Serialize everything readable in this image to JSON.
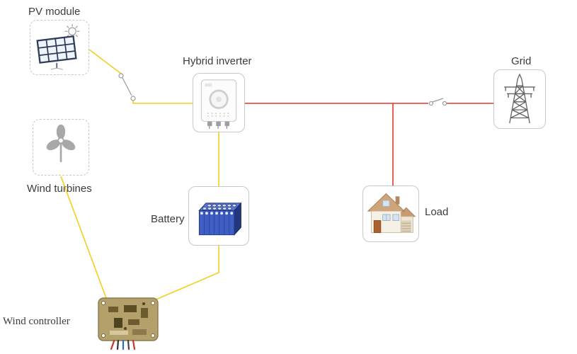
{
  "diagram": {
    "type": "hybrid-energy-system-diagram",
    "nodes": {
      "pv_module": {
        "label": "PV module",
        "icon": "solar-panel-sun-icon"
      },
      "wind_turbines": {
        "label": "Wind turbines",
        "icon": "wind-turbine-fan-icon"
      },
      "hybrid_inverter": {
        "label": "Hybrid inverter",
        "icon": "inverter-device-icon"
      },
      "grid": {
        "label": "Grid",
        "icon": "transmission-tower-icon"
      },
      "battery": {
        "label": "Battery",
        "icon": "battery-pack-icon"
      },
      "load": {
        "label": "Load",
        "icon": "house-icon"
      },
      "wind_controller": {
        "label": "Wind controller",
        "icon": "controller-pcb-icon"
      }
    },
    "colors": {
      "dc_wire": "#f2cf1d",
      "ac_wire": "#e8372c",
      "switch": "#9a9a9a",
      "box_border": "#c8c8c8",
      "label_text": "#3c3c3c"
    },
    "connections": [
      {
        "from": "pv_module",
        "to": "hybrid_inverter",
        "wire": "dc",
        "via": "disconnect-switch"
      },
      {
        "from": "wind_turbines",
        "to": "wind_controller",
        "wire": "dc"
      },
      {
        "from": "wind_controller",
        "to": "battery",
        "wire": "dc"
      },
      {
        "from": "battery",
        "to": "hybrid_inverter",
        "wire": "dc"
      },
      {
        "from": "hybrid_inverter",
        "to": "grid",
        "wire": "ac",
        "via": "breaker-switch"
      },
      {
        "from": "hybrid_inverter",
        "to": "load",
        "wire": "ac"
      }
    ]
  }
}
